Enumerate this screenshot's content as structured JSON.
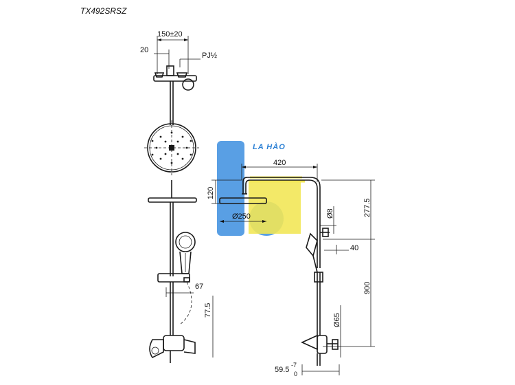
{
  "model_code": "TX492SRSZ",
  "watermark": {
    "text": "LA HÀO",
    "colors": {
      "blue": "#3d8fe0",
      "yellow": "#f0e23a"
    }
  },
  "front_view": {
    "dim_inlet_spacing": "150±20",
    "dim_offset": "20",
    "dim_thread": "PJ½",
    "dim_holder": "67",
    "dim_hose": "77.5"
  },
  "side_view": {
    "dim_arm_length": "420",
    "dim_arm_height": "120",
    "dim_head_diameter": "Ø250",
    "dim_top": "277.5",
    "dim_pipe": "Ø8",
    "dim_wall": "40",
    "dim_height": "900",
    "dim_pipe_lower": "Ø65",
    "dim_bottom_main": "59.5",
    "dim_bottom_upper": "-7",
    "dim_bottom_lower": "0"
  }
}
